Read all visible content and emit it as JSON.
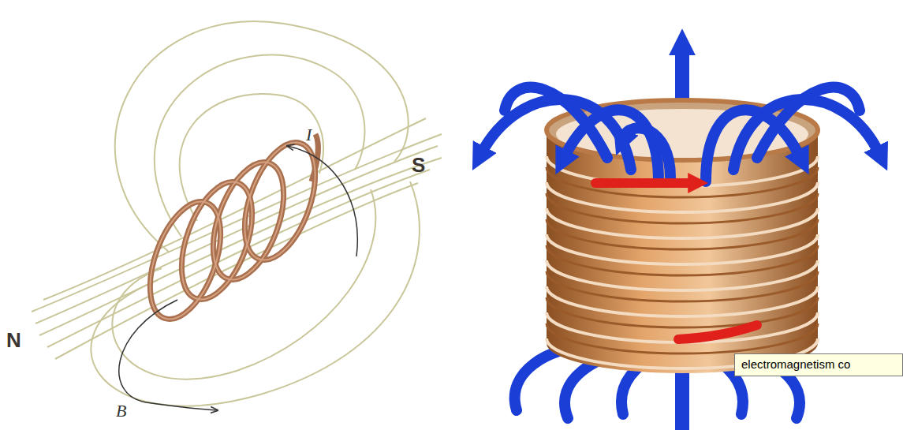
{
  "diagram": {
    "nodes": [
      {
        "text": [
          "electromagnetism co"
        ]
      }
    ],
    "labels": [
      "N",
      "S",
      "I",
      "B"
    ]
  }
}
